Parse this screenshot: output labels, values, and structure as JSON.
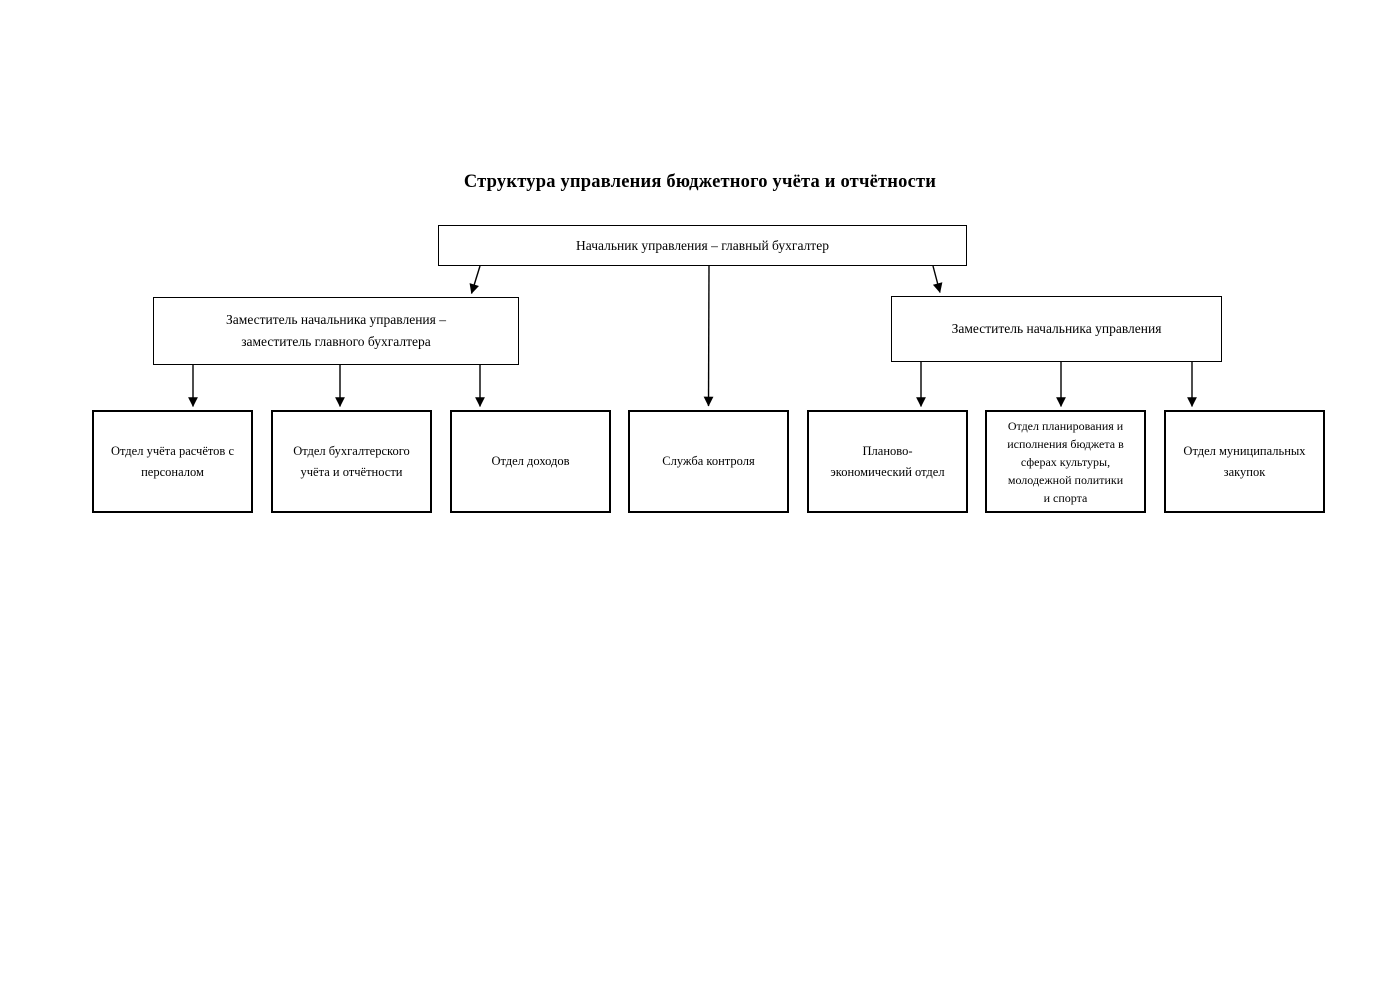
{
  "org": {
    "title": "Структура управления бюджетного учёта и отчётности",
    "root": {
      "label": "Начальник управления – главный бухгалтер",
      "children_departments": [
        3
      ]
    },
    "deputies": [
      {
        "label": "Заместитель начальника управления –\nзаместитель главного бухгалтера",
        "children_departments": [
          0,
          1,
          2
        ]
      },
      {
        "label": "Заместитель начальника управления",
        "children_departments": [
          4,
          5,
          6
        ]
      }
    ],
    "departments": [
      {
        "label": "Отдел учёта расчётов с\nперсоналом"
      },
      {
        "label": "Отдел бухгалтерского\nучёта и отчётности"
      },
      {
        "label": "Отдел доходов"
      },
      {
        "label": "Служба контроля"
      },
      {
        "label": "Планово-\nэкономический отдел"
      },
      {
        "label": "Отдел планирования и\nисполнения бюджета в\nсферах культуры,\nмолодежной политики\nи спорта"
      },
      {
        "label": "Отдел муниципальных\nзакупок"
      }
    ],
    "colors": {
      "box_border": "#000000",
      "box_background": "#ffffff",
      "text": "#000000",
      "connector": "#000000",
      "page_background": "#ffffff"
    }
  }
}
